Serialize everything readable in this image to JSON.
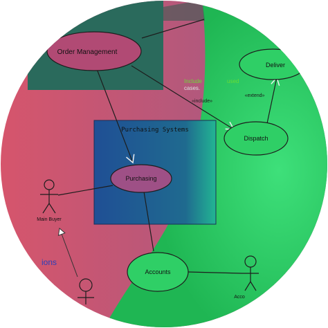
{
  "colors": {
    "left_bg": "#c4506e",
    "right_bg": "#27c65f",
    "order_box": "#2a6a5c",
    "purchasing_box": "#1f5697",
    "use_case_left": "#b04a78",
    "use_case_right": "#2fcf66",
    "line": "#1d1d1d",
    "note_text": "#5bd93a",
    "blue_text": "#2b3fb8"
  },
  "diagram": {
    "use_cases": {
      "order_management": "Order Management",
      "purchasing": "Purchasing",
      "accounts": "Accounts",
      "dispatch": "Dispatch",
      "delivery": "Deliver"
    },
    "packages": {
      "purchasing_systems": "Purchasing Systems"
    },
    "actors": {
      "main_buyer": "Main Buyer",
      "accounts_actor": "Acco"
    },
    "relations": {
      "include": "«include»",
      "extend": "«extend»"
    },
    "notes": {
      "note_line1": "Include",
      "note_line1b": "used",
      "note_line2": "cases.",
      "side_label": "ions"
    }
  }
}
